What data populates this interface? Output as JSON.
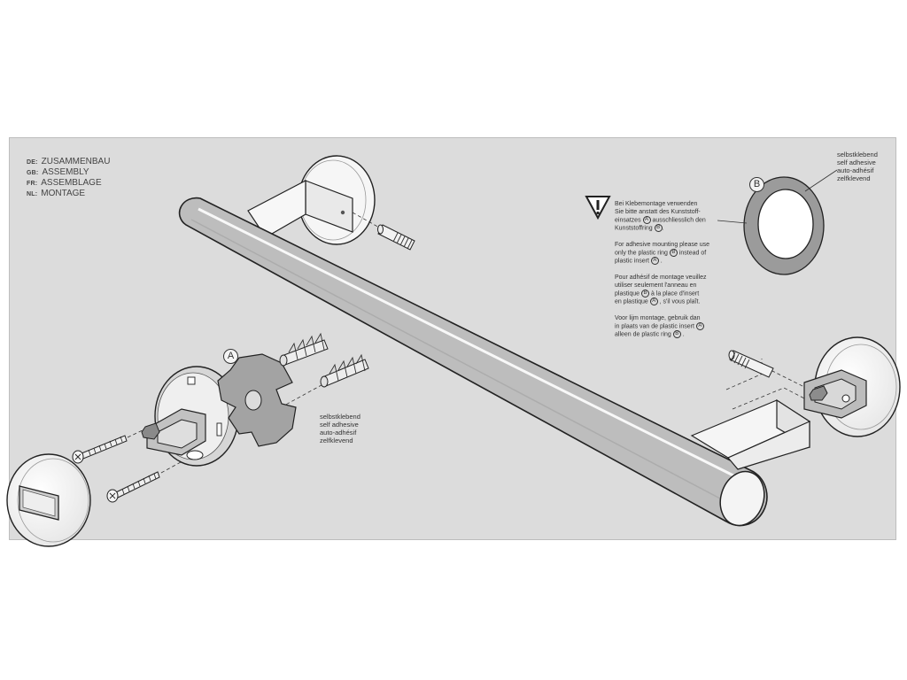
{
  "languages": [
    {
      "code": "DE:",
      "label": "ZUSAMMENBAU"
    },
    {
      "code": "GB:",
      "label": "ASSEMBLY"
    },
    {
      "code": "FR:",
      "label": "ASSEMBLAGE"
    },
    {
      "code": "NL:",
      "label": "MONTAGE"
    }
  ],
  "warning": {
    "icon": "warning-triangle-icon",
    "de": [
      "Bei Klebemontage verwenden",
      "Sie bitte anstatt des Kunststoff-",
      "einsatzes",
      "ausschliesslich den",
      "Kunststoffring"
    ],
    "gb": [
      "For adhesive mounting please use",
      "only the plastic ring",
      "instead of",
      "plastic insert"
    ],
    "fr": [
      "Pour adhésif de montage veuillez",
      "utiliser seulement l'anneau en",
      "plastique",
      "à la place d'insert",
      "en plastique",
      ", s'il vous plaît."
    ],
    "nl": [
      "Voor lijm montage, gebruik dan",
      "in plaats van de plastic insert",
      "alleen de plastic ring"
    ]
  },
  "labels": {
    "a": "A",
    "b": "B"
  },
  "adhesive_top": [
    "selbstklebend",
    "self adhesive",
    "auto-adhésif",
    "zelfklevend"
  ],
  "adhesive_mid": [
    "selbstklebend",
    "self adhesive",
    "auto-adhésif",
    "zelfklevend"
  ]
}
